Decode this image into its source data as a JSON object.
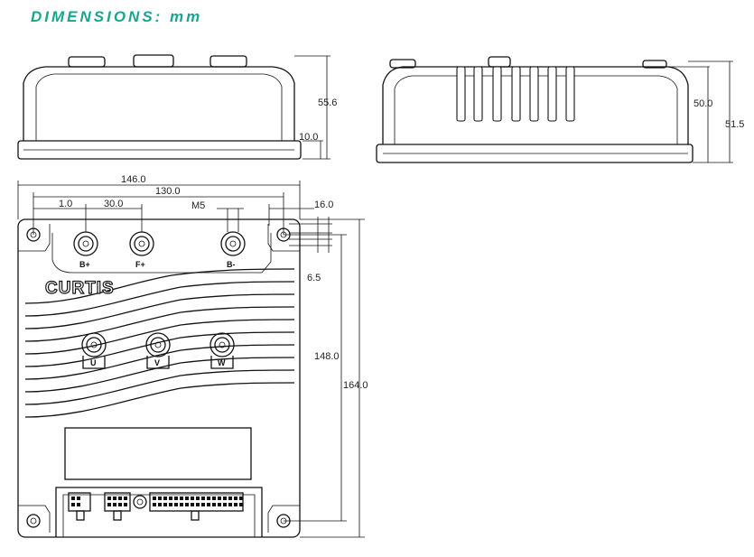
{
  "title": "DIMENSIONS: mm",
  "side_view": {
    "height_label": "55.6",
    "base_label": "10.0"
  },
  "end_view": {
    "inner_height_label": "50.0",
    "outer_height_label": "51.5"
  },
  "top_view": {
    "width_overall": "146.0",
    "hole_spacing": "130.0",
    "edge_offset": "1.0",
    "terminal_spacing": "30.0",
    "thread": "M5",
    "right_offset": "16.0",
    "small_offset": "6.5",
    "hole_spacing_vertical": "148.0",
    "height_overall": "164.0",
    "logo": "CURTIS",
    "terminals_top": [
      "B+",
      "F+",
      "B-"
    ],
    "terminals_mid": [
      "U",
      "V",
      "W"
    ]
  }
}
